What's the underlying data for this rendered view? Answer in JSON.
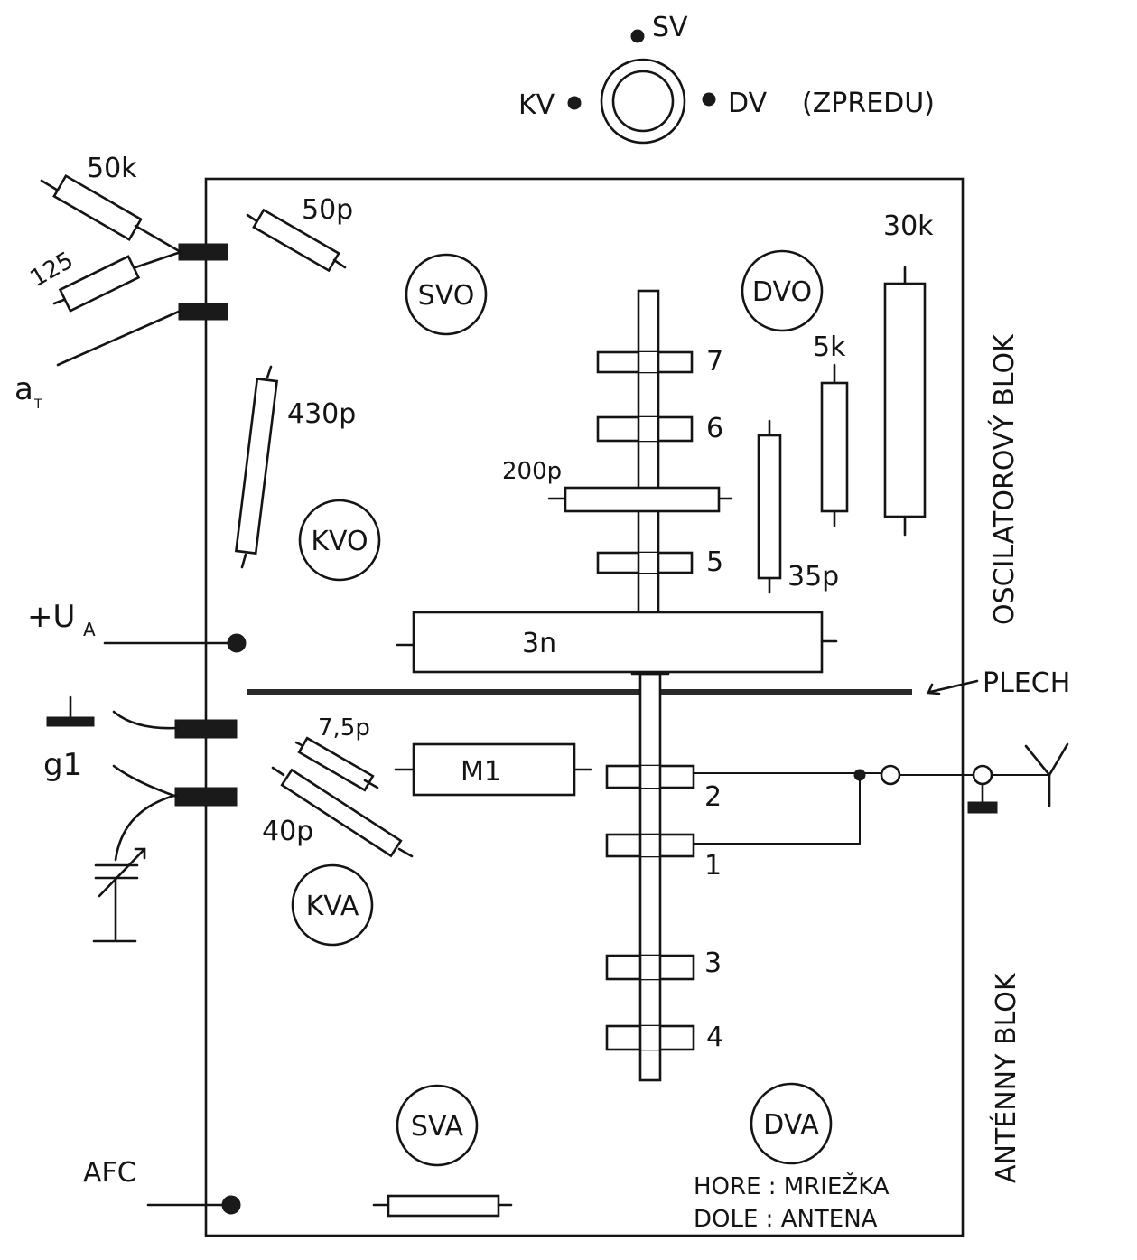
{
  "switch": {
    "sv": "SV",
    "kv": "KV",
    "dv": "DV",
    "front_note": "(ZPREDU)"
  },
  "left_terminals": {
    "r_50k": "50k",
    "r_125": "125",
    "at": "a",
    "at_sub": "T",
    "ua": "+U",
    "ua_sub": "A",
    "g1": "g1",
    "afc": "AFC"
  },
  "oscillator_block": {
    "title": "OSCILATOROVÝ  BLOK",
    "c_50p": "50p",
    "c_430p": "430p",
    "c_200p": "200p",
    "c_35p": "35p",
    "r_5k": "5k",
    "r_30k": "30k",
    "c_3n": "3n",
    "coils": [
      "SVO",
      "DVO",
      "KVO"
    ],
    "pins": [
      "7",
      "6",
      "5"
    ]
  },
  "plech": "PLECH",
  "antenna_block": {
    "title": "ANTÉNNY  BLOK",
    "c_75p": "7,5p",
    "c_40p": "40p",
    "r_m1": "M1",
    "coils": [
      "KVA",
      "SVA",
      "DVA"
    ],
    "pins": [
      "2",
      "1",
      "3",
      "4"
    ],
    "note_top": "HORE : MRIEŽKA",
    "note_bottom": "DOLE : ANTENA"
  }
}
